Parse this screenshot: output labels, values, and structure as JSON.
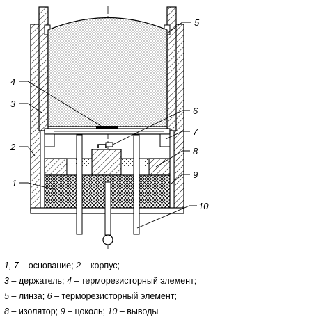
{
  "callouts": {
    "c1": "1",
    "c2": "2",
    "c3": "3",
    "c4": "4",
    "c5": "5",
    "c6": "6",
    "c7": "7",
    "c8": "8",
    "c9": "9",
    "c10": "10"
  },
  "legend": {
    "line1": {
      "num_a": "1, 7",
      "text_a": " – основание; ",
      "num_b": "2",
      "text_b": " – корпус;"
    },
    "line2": {
      "num_a": "3",
      "text_a": " – держатель; ",
      "num_b": "4",
      "text_b": " – терморезисторный элемент;"
    },
    "line3": {
      "num_a": "5",
      "text_a": " – линза; ",
      "num_b": "6",
      "text_b": " – терморезисторный элемент;"
    },
    "line4": {
      "num_a": "8",
      "text_a": " – изолятор; ",
      "num_b": "9",
      "text_b": " – цоколь; ",
      "num_c": "10",
      "text_c": " – выводы"
    }
  }
}
